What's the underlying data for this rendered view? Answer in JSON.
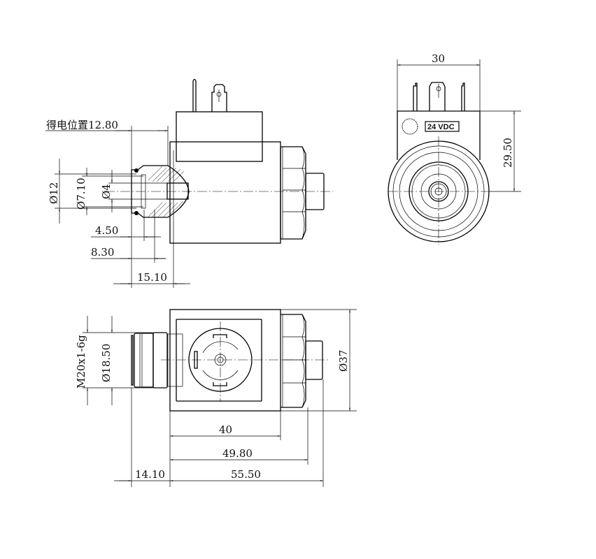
{
  "side_view": {
    "energized_position": "得电位置12.80",
    "dia_12": "Ø12",
    "dia_7_10": "Ø7.10",
    "dia_4": "Ø4",
    "dim_4_50": "4.50",
    "dim_8_30": "8.30",
    "dim_15_10": "15.10"
  },
  "end_view": {
    "width": "30",
    "height": "29.50",
    "voltage_label": "24 VDC"
  },
  "top_view": {
    "thread": "M20x1-6g",
    "dia_18_50": "Ø18.50",
    "dia_37": "Ø37",
    "dim_40": "40",
    "dim_49_80": "49.80",
    "dim_55_50": "55.50",
    "dim_14_10": "14.10"
  }
}
